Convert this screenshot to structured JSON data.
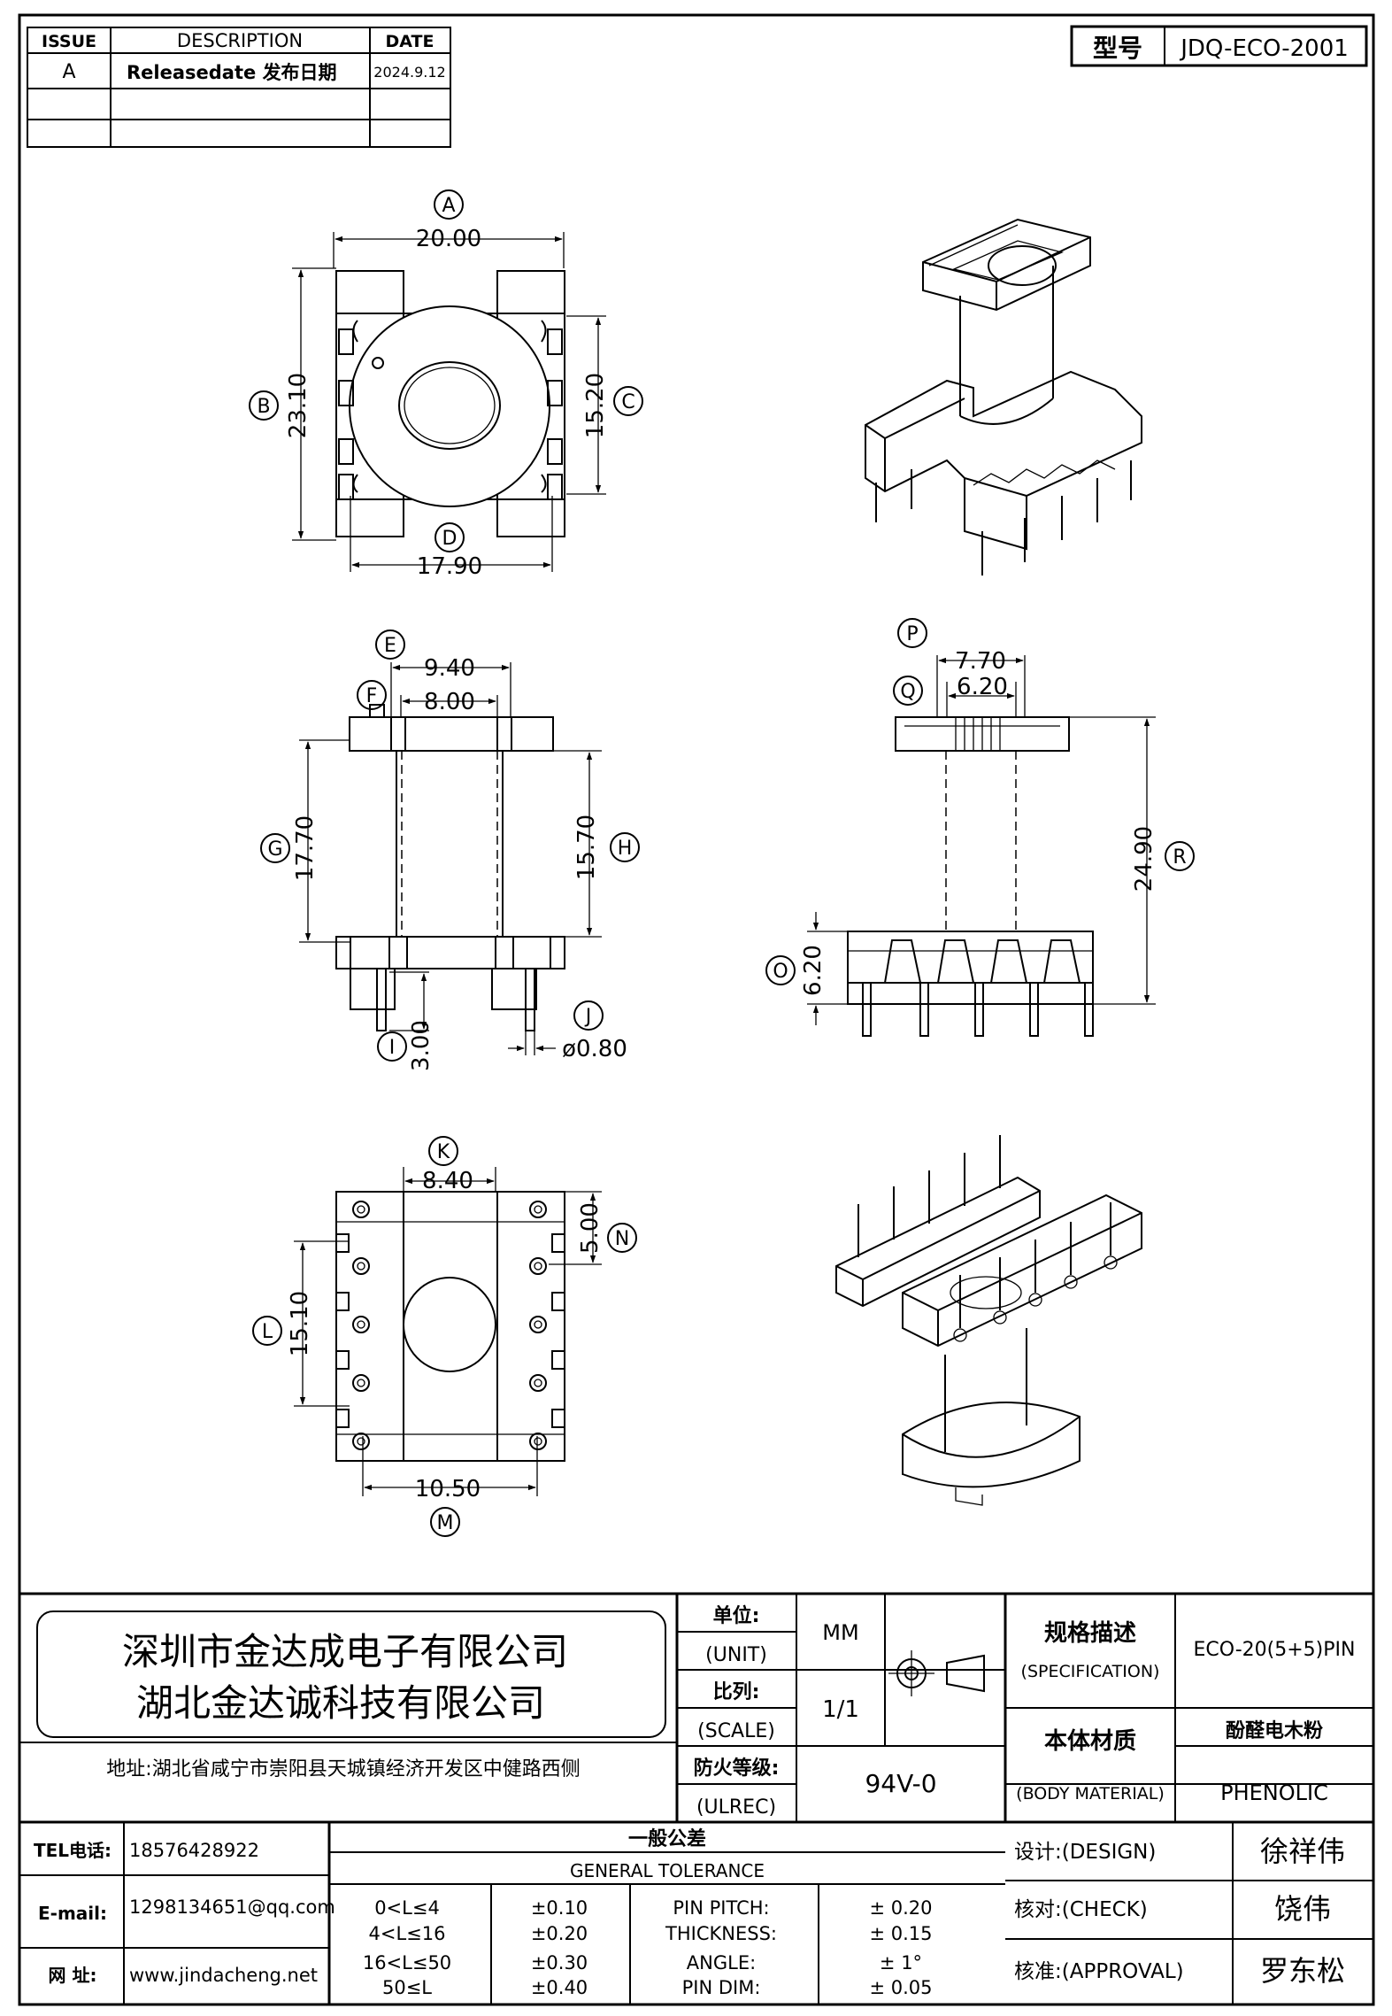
{
  "revision_table": {
    "headers": [
      "ISSUE",
      "DESCRIPTION",
      "DATE"
    ],
    "rows": [
      {
        "issue": "A",
        "description": "Releasedate 发布日期",
        "date": "2024.9.12"
      },
      {
        "issue": "",
        "description": "",
        "date": ""
      },
      {
        "issue": "",
        "description": "",
        "date": ""
      }
    ]
  },
  "model": {
    "label": "型号",
    "value": "JDQ-ECO-2001"
  },
  "dimensions": {
    "A": "20.00",
    "B": "23.10",
    "C": "15.20",
    "D": "17.90",
    "E": "9.40",
    "F": "8.00",
    "G": "17.70",
    "H": "15.70",
    "I": "3.00",
    "J": "ø0.80",
    "K": "8.40",
    "L": "15.10",
    "M": "10.50",
    "N": "5.00",
    "O": "6.20",
    "P": "7.70",
    "Q": "6.20",
    "R": "24.90"
  },
  "company": {
    "name1": "深圳市金达成电子有限公司",
    "name2": "湖北金达诚科技有限公司",
    "address": "地址:湖北省咸宁市崇阳县天城镇经济开发区中健路西侧"
  },
  "spec_block": {
    "unit_label_cn": "单位:",
    "unit_label_en": "(UNIT)",
    "unit_value": "MM",
    "scale_label_cn": "比列:",
    "scale_label_en": "(SCALE)",
    "scale_value": "1/1",
    "ulrec_label_cn": "防火等级:",
    "ulrec_label_en": "(ULREC)",
    "ulrec_value": "94V-0",
    "spec_label_cn": "规格描述",
    "spec_label_en": "(SPECIFICATION)",
    "spec_value": "ECO-20(5+5)PIN",
    "material_label_cn": "本体材质",
    "material_label_en": "(BODY MATERIAL)",
    "material_value_cn": "酚醛电木粉",
    "material_value_en": "PHENOLIC"
  },
  "contact": {
    "tel_label": "TEL电话:",
    "tel_value": "18576428922",
    "email_label": "E-mail:",
    "email_value": "1298134651@qq.com",
    "web_label": "网  址:",
    "web_value": "www.jindacheng.net"
  },
  "tolerance": {
    "title_cn": "一般公差",
    "title_en": "GENERAL TOLERANCE",
    "ranges": [
      {
        "range": "0<L≤4",
        "tol": "±0.10"
      },
      {
        "range": "4<L≤16",
        "tol": "±0.20"
      },
      {
        "range": "16<L≤50",
        "tol": "±0.30"
      },
      {
        "range": "50≤L",
        "tol": "±0.40"
      }
    ],
    "specials": [
      {
        "label": "PIN PITCH:",
        "tol": "±  0.20"
      },
      {
        "label": "THICKNESS:",
        "tol": "±  0.15"
      },
      {
        "label": "ANGLE:",
        "tol": "±  1°"
      },
      {
        "label": "PIN DIM:",
        "tol": "±  0.05"
      }
    ]
  },
  "signoff": {
    "design_label": "设计:(DESIGN)",
    "design_name": "徐祥伟",
    "check_label": "核对:(CHECK)",
    "check_name": "饶伟",
    "approval_label": "核准:(APPROVAL)",
    "approval_name": "罗东松"
  }
}
